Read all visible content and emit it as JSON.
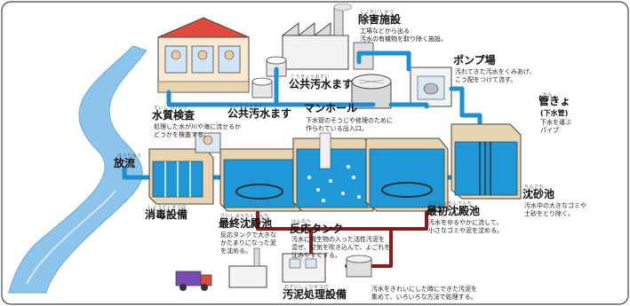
{
  "colors": {
    "water_pipe": "#1b8fd0",
    "sludge_pipe": "#8b1a1a",
    "tank_water": "#1e98d6",
    "river": "#8cc4ec",
    "ground": "#e8d4ae",
    "frame": "#444444"
  },
  "labels": {
    "jogai": {
      "ruby": "じょがいしせつ",
      "title": "除害施設",
      "desc": "工場などから出る\n汚水の有機物を取り除く施設。"
    },
    "pump": {
      "ruby": "じょう",
      "title": "ポンプ場",
      "desc": "汚れてきた汚水をくみあげ、\nこう配をつけて流す。"
    },
    "kokyo1": {
      "ruby": "こうきょうおすい",
      "title": "公共汚水ます"
    },
    "kokyo2": {
      "ruby": "こうきょうおすい",
      "title": "公共汚水ます"
    },
    "manhole": {
      "title": "マンホール",
      "desc": "下水管のそうじや修理のために\n作られている出入口。"
    },
    "kankyo": {
      "ruby": "かん",
      "title": "管きょ",
      "sub": "(下水管)",
      "desc": "下水を運ぶ\nパイプ"
    },
    "suishitsu": {
      "ruby": "すいしつけんさ",
      "title": "水質検査",
      "desc": "処理した水が川や海に流せるか\nどうかを検査する。"
    },
    "houryu": {
      "ruby": "ほうりゅう",
      "title": "放流"
    },
    "shodoku": {
      "ruby": "しょうどくせつび",
      "title": "消毒設備"
    },
    "saishu": {
      "ruby": "さいしゅうちんでんち",
      "title": "最終沈殿池",
      "desc": "反応タンクで大きな\nかたまりになった泥\nを沈める。"
    },
    "hanno": {
      "ruby": "はんのう",
      "title": "反応タンク",
      "desc": "汚水に微生物の入った活性汚泥を\n混ぜ、空気を吹き込んで、よごれを\n沈みやすくする。"
    },
    "saisho": {
      "ruby": "さいしょちんでんち",
      "title": "最初沈殿池",
      "desc": "汚水をゆるやかに流して、\n小さなゴミや泥を沈める。"
    },
    "chinsa": {
      "ruby": "ちんさち",
      "title": "沈砂池",
      "desc": "汚水中の大きなゴミや\n土砂をとり除く。"
    },
    "odei": {
      "ruby": "おでいしょりせつび",
      "title": "汚泥処理設備",
      "desc": "汚水をきれいにした時にできた汚泥を\n集めて、いろいろな方法で処理する。"
    }
  }
}
